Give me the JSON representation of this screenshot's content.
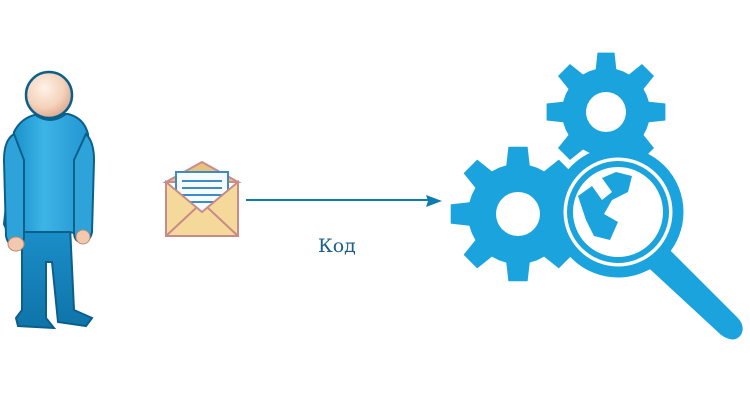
{
  "diagram": {
    "edge_label": "Код",
    "colors": {
      "accent": "#1aa3dc",
      "accent_dark": "#0b6c9a",
      "person_body": "#2fa6dc",
      "person_head": "#f2c9ae",
      "envelope_body": "#f4d99a",
      "envelope_stroke": "#c98a8a",
      "letter_lines": "#3d8cc4",
      "arrow": "#0e7cb1",
      "label_text": "#1b5f86"
    },
    "nodes": [
      {
        "id": "user",
        "icon": "person-icon"
      },
      {
        "id": "message",
        "icon": "envelope-icon"
      },
      {
        "id": "analyzer",
        "icon": "gears-magnifier-icon"
      }
    ]
  }
}
